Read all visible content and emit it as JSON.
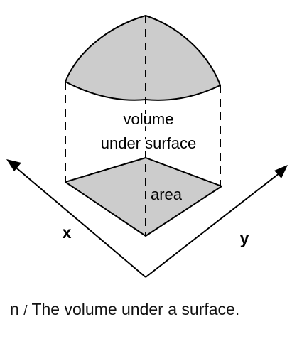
{
  "labels": {
    "volume_line1": "volume",
    "volume_line2": "under surface",
    "area": "area",
    "x_axis": "x",
    "y_axis": "y"
  },
  "caption": {
    "number": "n",
    "separator": "/",
    "text": "The volume under a surface."
  },
  "colors": {
    "fill": "#cccccc",
    "stroke": "#000000"
  }
}
